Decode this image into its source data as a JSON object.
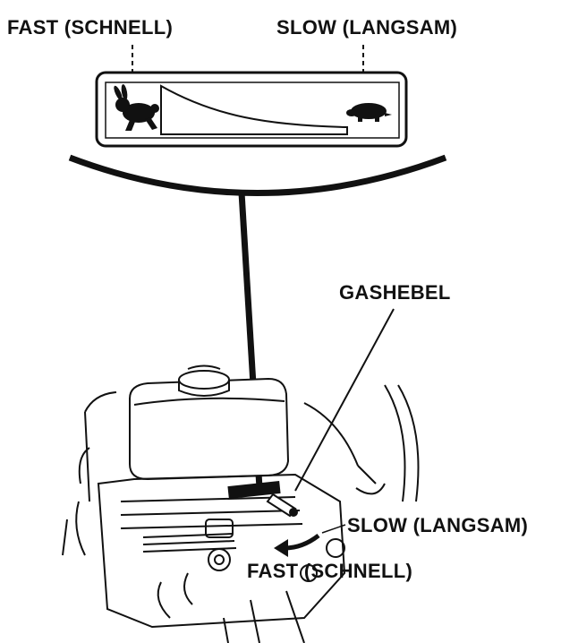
{
  "labels": {
    "fast_top": "FAST (SCHNELL)",
    "slow_top": "SLOW (LANGSAM)",
    "gashebel": "GASHEBEL",
    "slow_bottom": "SLOW (LANGSAM)",
    "fast_bottom": "FAST (SCHNELL)"
  },
  "icons": {
    "fast_symbol": "rabbit-icon",
    "slow_symbol": "turtle-icon"
  },
  "colors": {
    "ink": "#111111",
    "background": "#ffffff"
  }
}
